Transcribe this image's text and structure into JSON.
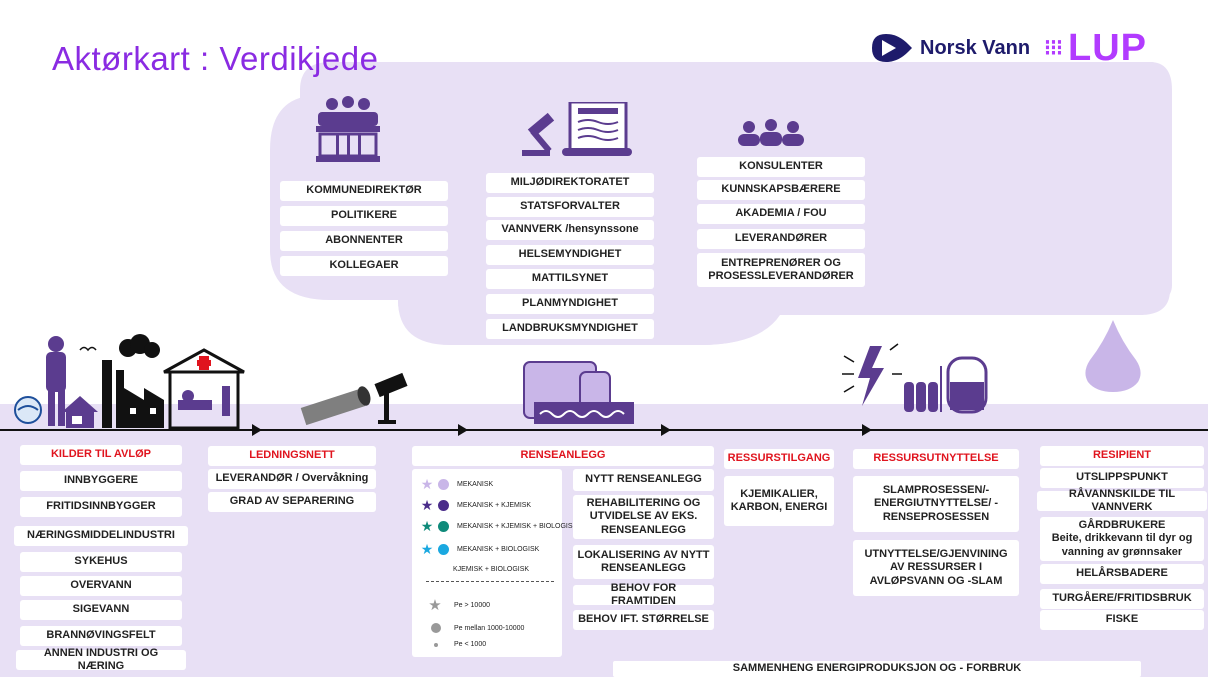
{
  "title": "Aktørkart : Verdikjede",
  "logo": {
    "norsk_vann": "Norsk Vann",
    "lup": "LUP"
  },
  "colors": {
    "purple_light": "#e8e0f5",
    "title": "#8a2be2",
    "header_red": "#e0141e",
    "icon_purple": "#5b3c8f"
  },
  "cloud": {
    "col1": [
      "KOMMUNEDIREKTØR",
      "POLITIKERE",
      "ABONNENTER",
      "KOLLEGAER"
    ],
    "col2": [
      "MILJØDIREKTORATET",
      "STATSFORVALTER",
      "VANNVERK /hensynssone",
      "HELSEMYNDIGHET",
      "MATTILSYNET",
      "PLANMYNDIGHET",
      "LANDBRUKSMYNDIGHET"
    ],
    "col3": [
      "KONSULENTER",
      "KUNNSKAPSBÆRERE",
      "AKADEMIA / FOU",
      "LEVERANDØRER",
      "ENTREPRENØRER OG PROSESSLEVERANDØRER"
    ]
  },
  "kilder": {
    "header": "KILDER TIL AVLØP",
    "items": [
      "INNBYGGERE",
      "FRITIDSINNBYGGER",
      "NÆRINGSMIDDELINDUSTRI",
      "SYKEHUS",
      "OVERVANN",
      "SIGEVANN",
      "BRANNØVINGSFELT",
      "ANNEN INDUSTRI OG NÆRING"
    ]
  },
  "ledning": {
    "header": "LEDNINGSNETT",
    "items": [
      "LEVERANDØR / Overvåkning",
      "GRAD AV SEPARERING"
    ]
  },
  "rense": {
    "header": "RENSEANLEGG",
    "legend": [
      "MEKANISK",
      "MEKANISK + KJEMISK",
      "MEKANISK + KJEMISK + BIOLOGISK",
      "MEKANISK + BIOLOGISK",
      "KJEMISK + BIOLOGISK"
    ],
    "size_legend": [
      "Pe > 10000",
      "Pe mellan 1000-10000",
      "Pe < 1000"
    ],
    "items": [
      "NYTT RENSEANLEGG",
      "REHABILITERING OG UTVIDELSE AV EKS. RENSEANLEGG",
      "LOKALISERING AV NYTT RENSEANLEGG",
      "BEHOV FOR FRAMTIDEN",
      "BEHOV IFT. STØRRELSE"
    ]
  },
  "ressurstilgang": {
    "header": "RESSURSTILGANG",
    "items": [
      "KJEMIKALIER, KARBON, ENERGI"
    ]
  },
  "ressursutnyttelse": {
    "header": "RESSURSUTNYTTELSE",
    "items": [
      "SLAMPROSESSEN/- ENERGIUTNYTTELSE/ - RENSEPROSESSEN",
      "UTNYTTELSE/GJENVINING AV RESSURSER I AVLØPSVANN OG -SLAM"
    ]
  },
  "resipient": {
    "header": "RESIPIENT",
    "items": [
      "UTSLIPPSPUNKT",
      "RÅVANNSKILDE TIL VANNVERK",
      "GÅRDBRUKERE",
      "Beite, drikkevann til dyr og vanning av grønnsaker",
      "HELÅRSBADERE",
      "TURGÅERE/FRITIDSBRUK",
      "FISKE"
    ]
  },
  "footer": "SAMMENHENG ENERGIPRODUKSJON OG - FORBRUK"
}
